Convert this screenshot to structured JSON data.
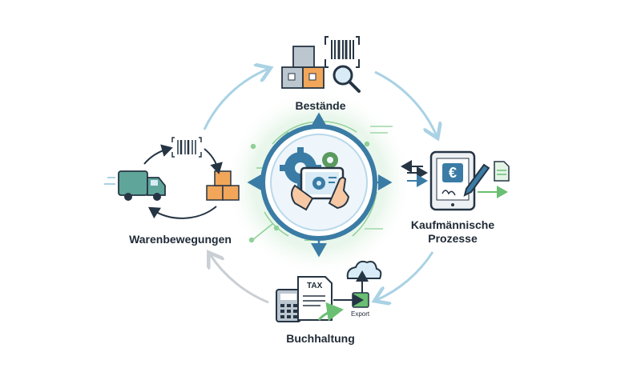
{
  "labels": {
    "bestaende": "Bestände",
    "kaufmaennisch_line1": "Kaufmännische",
    "kaufmaennisch_line2": "Prozesse",
    "warenbewegungen": "Warenbewegungen",
    "buchhaltung": "Buchhaltung"
  },
  "icon_text": {
    "tax": "TAX",
    "export": "Export",
    "euro": "€"
  },
  "colors": {
    "ring_blue": "#3a7ca5",
    "outer_arrow_light": "#a9d2e4",
    "outer_arrow_gray": "#c9cfd4",
    "green_accent": "#6bbf73",
    "truck_teal": "#5fa59a",
    "box_orange": "#f2a65a",
    "dark_stroke": "#263544"
  },
  "icons": [
    "gears-icon",
    "tablet-hand-icon",
    "boxes-icon",
    "barcode-icon",
    "magnifier-icon",
    "truck-icon",
    "tablet-euro-icon",
    "pen-icon",
    "document-icon",
    "calculator-icon",
    "tax-document-icon",
    "cloud-upload-icon",
    "export-icon"
  ]
}
